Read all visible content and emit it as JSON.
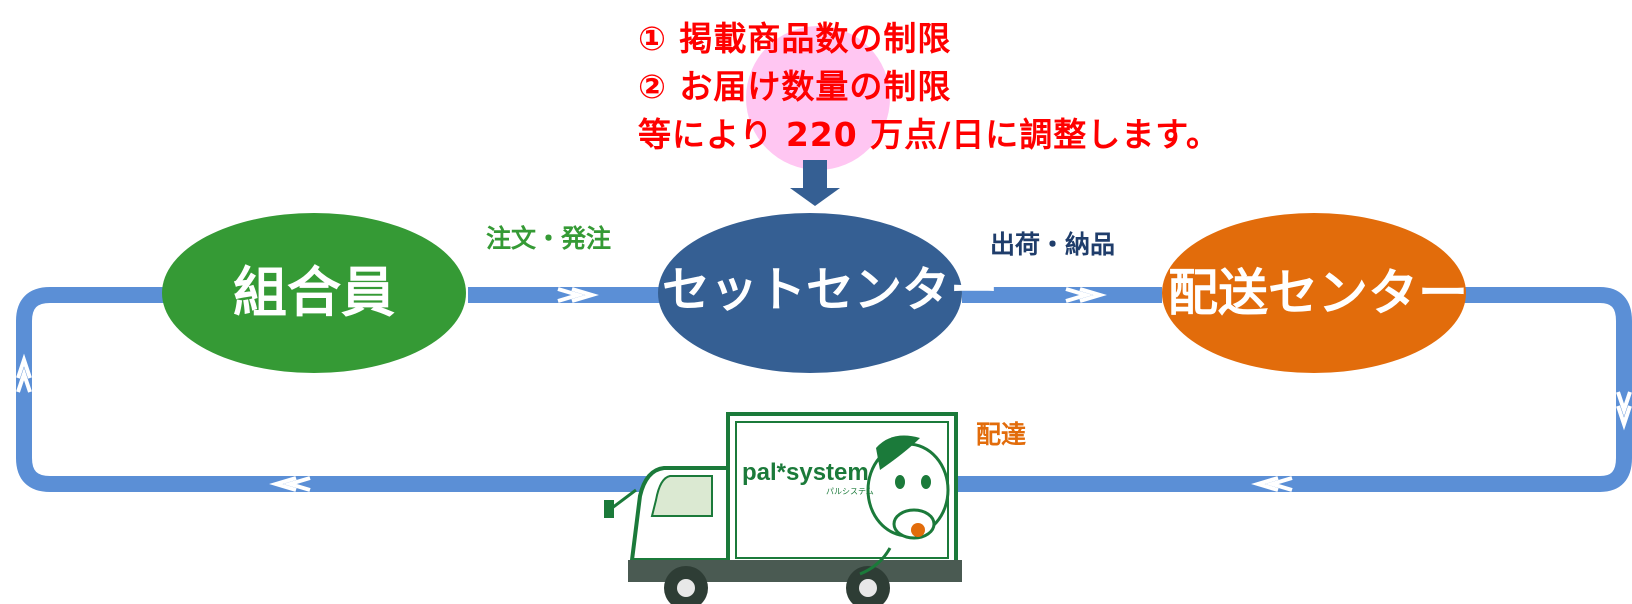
{
  "notes": {
    "line1": "① 掲載商品数の制限",
    "line2": "② お届け数量の制限",
    "line3": "等により 220 万点/日に調整します。"
  },
  "nodes": {
    "member": {
      "label": "組合員",
      "color": "#359a35"
    },
    "set_center": {
      "label": "セットセンター",
      "color": "#355f93"
    },
    "delivery_center": {
      "label": "配送センター",
      "color": "#e26c0b"
    }
  },
  "flows": {
    "order": {
      "label": "注文・発注",
      "color": "#359a35"
    },
    "shipping": {
      "label": "出荷・納品",
      "color": "#1f3d6b"
    },
    "delivery": {
      "label": "配達",
      "color": "#e26c0b"
    }
  },
  "truck": {
    "brand_text": "pal*system",
    "brand_subtext": "パルシステム",
    "brand_color": "#1b7a3a"
  },
  "colors": {
    "loop": "#5b8fd6",
    "highlight": "#ffc6f2",
    "arrow": "#355f93",
    "note_text": "#ff0000"
  }
}
